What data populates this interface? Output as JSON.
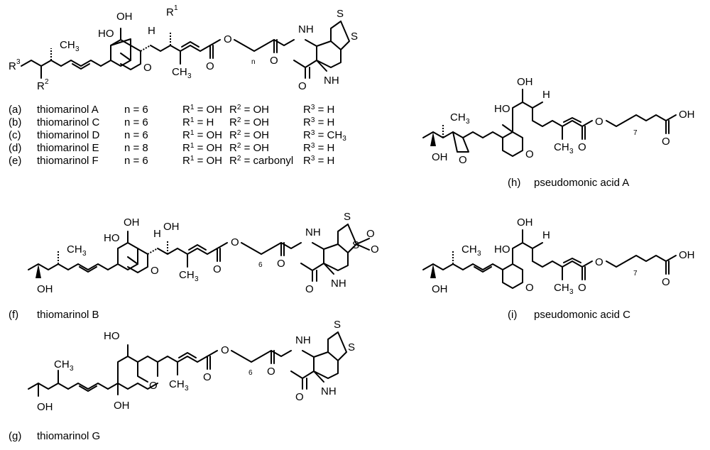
{
  "labels": {
    "n": "n",
    "six": "6",
    "seven": "7",
    "R1": "R",
    "R2": "R",
    "R3": "R",
    "sup1": "1",
    "sup2": "2",
    "sup3": "3",
    "OH": "OH",
    "HO": "HO",
    "H": "H",
    "O": "O",
    "S": "S",
    "NH": "NH",
    "N": "N",
    "H_atom": "H",
    "CH3": "CH",
    "three": "3"
  },
  "table": {
    "rows": [
      {
        "id": "(a)",
        "name": "thiomarinol A",
        "n": "n = 6",
        "r1": "OH",
        "r2": "OH",
        "r3": "H",
        "r3sub": ""
      },
      {
        "id": "(b)",
        "name": "thiomarinol C",
        "n": "n = 6",
        "r1": "H",
        "r2": "OH",
        "r3": "H",
        "r3sub": ""
      },
      {
        "id": "(c)",
        "name": "thiomarinol D",
        "n": "n = 6",
        "r1": "OH",
        "r2": "OH",
        "r3": "CH",
        "r3sub": "3"
      },
      {
        "id": "(d)",
        "name": "thiomarinol E",
        "n": "n = 8",
        "r1": "OH",
        "r2": "OH",
        "r3": "H",
        "r3sub": ""
      },
      {
        "id": "(e)",
        "name": "thiomarinol F",
        "n": "n = 6",
        "r1": "OH",
        "r2": "carbonyl",
        "r3": "H",
        "r3sub": ""
      }
    ]
  },
  "captions": {
    "f": {
      "id": "(f)",
      "name": "thiomarinol B"
    },
    "g": {
      "id": "(g)",
      "name": "thiomarinol G"
    },
    "h": {
      "id": "(h)",
      "name": "pseudomonic acid A"
    },
    "i": {
      "id": "(i)",
      "name": "pseudomonic acid C"
    }
  }
}
